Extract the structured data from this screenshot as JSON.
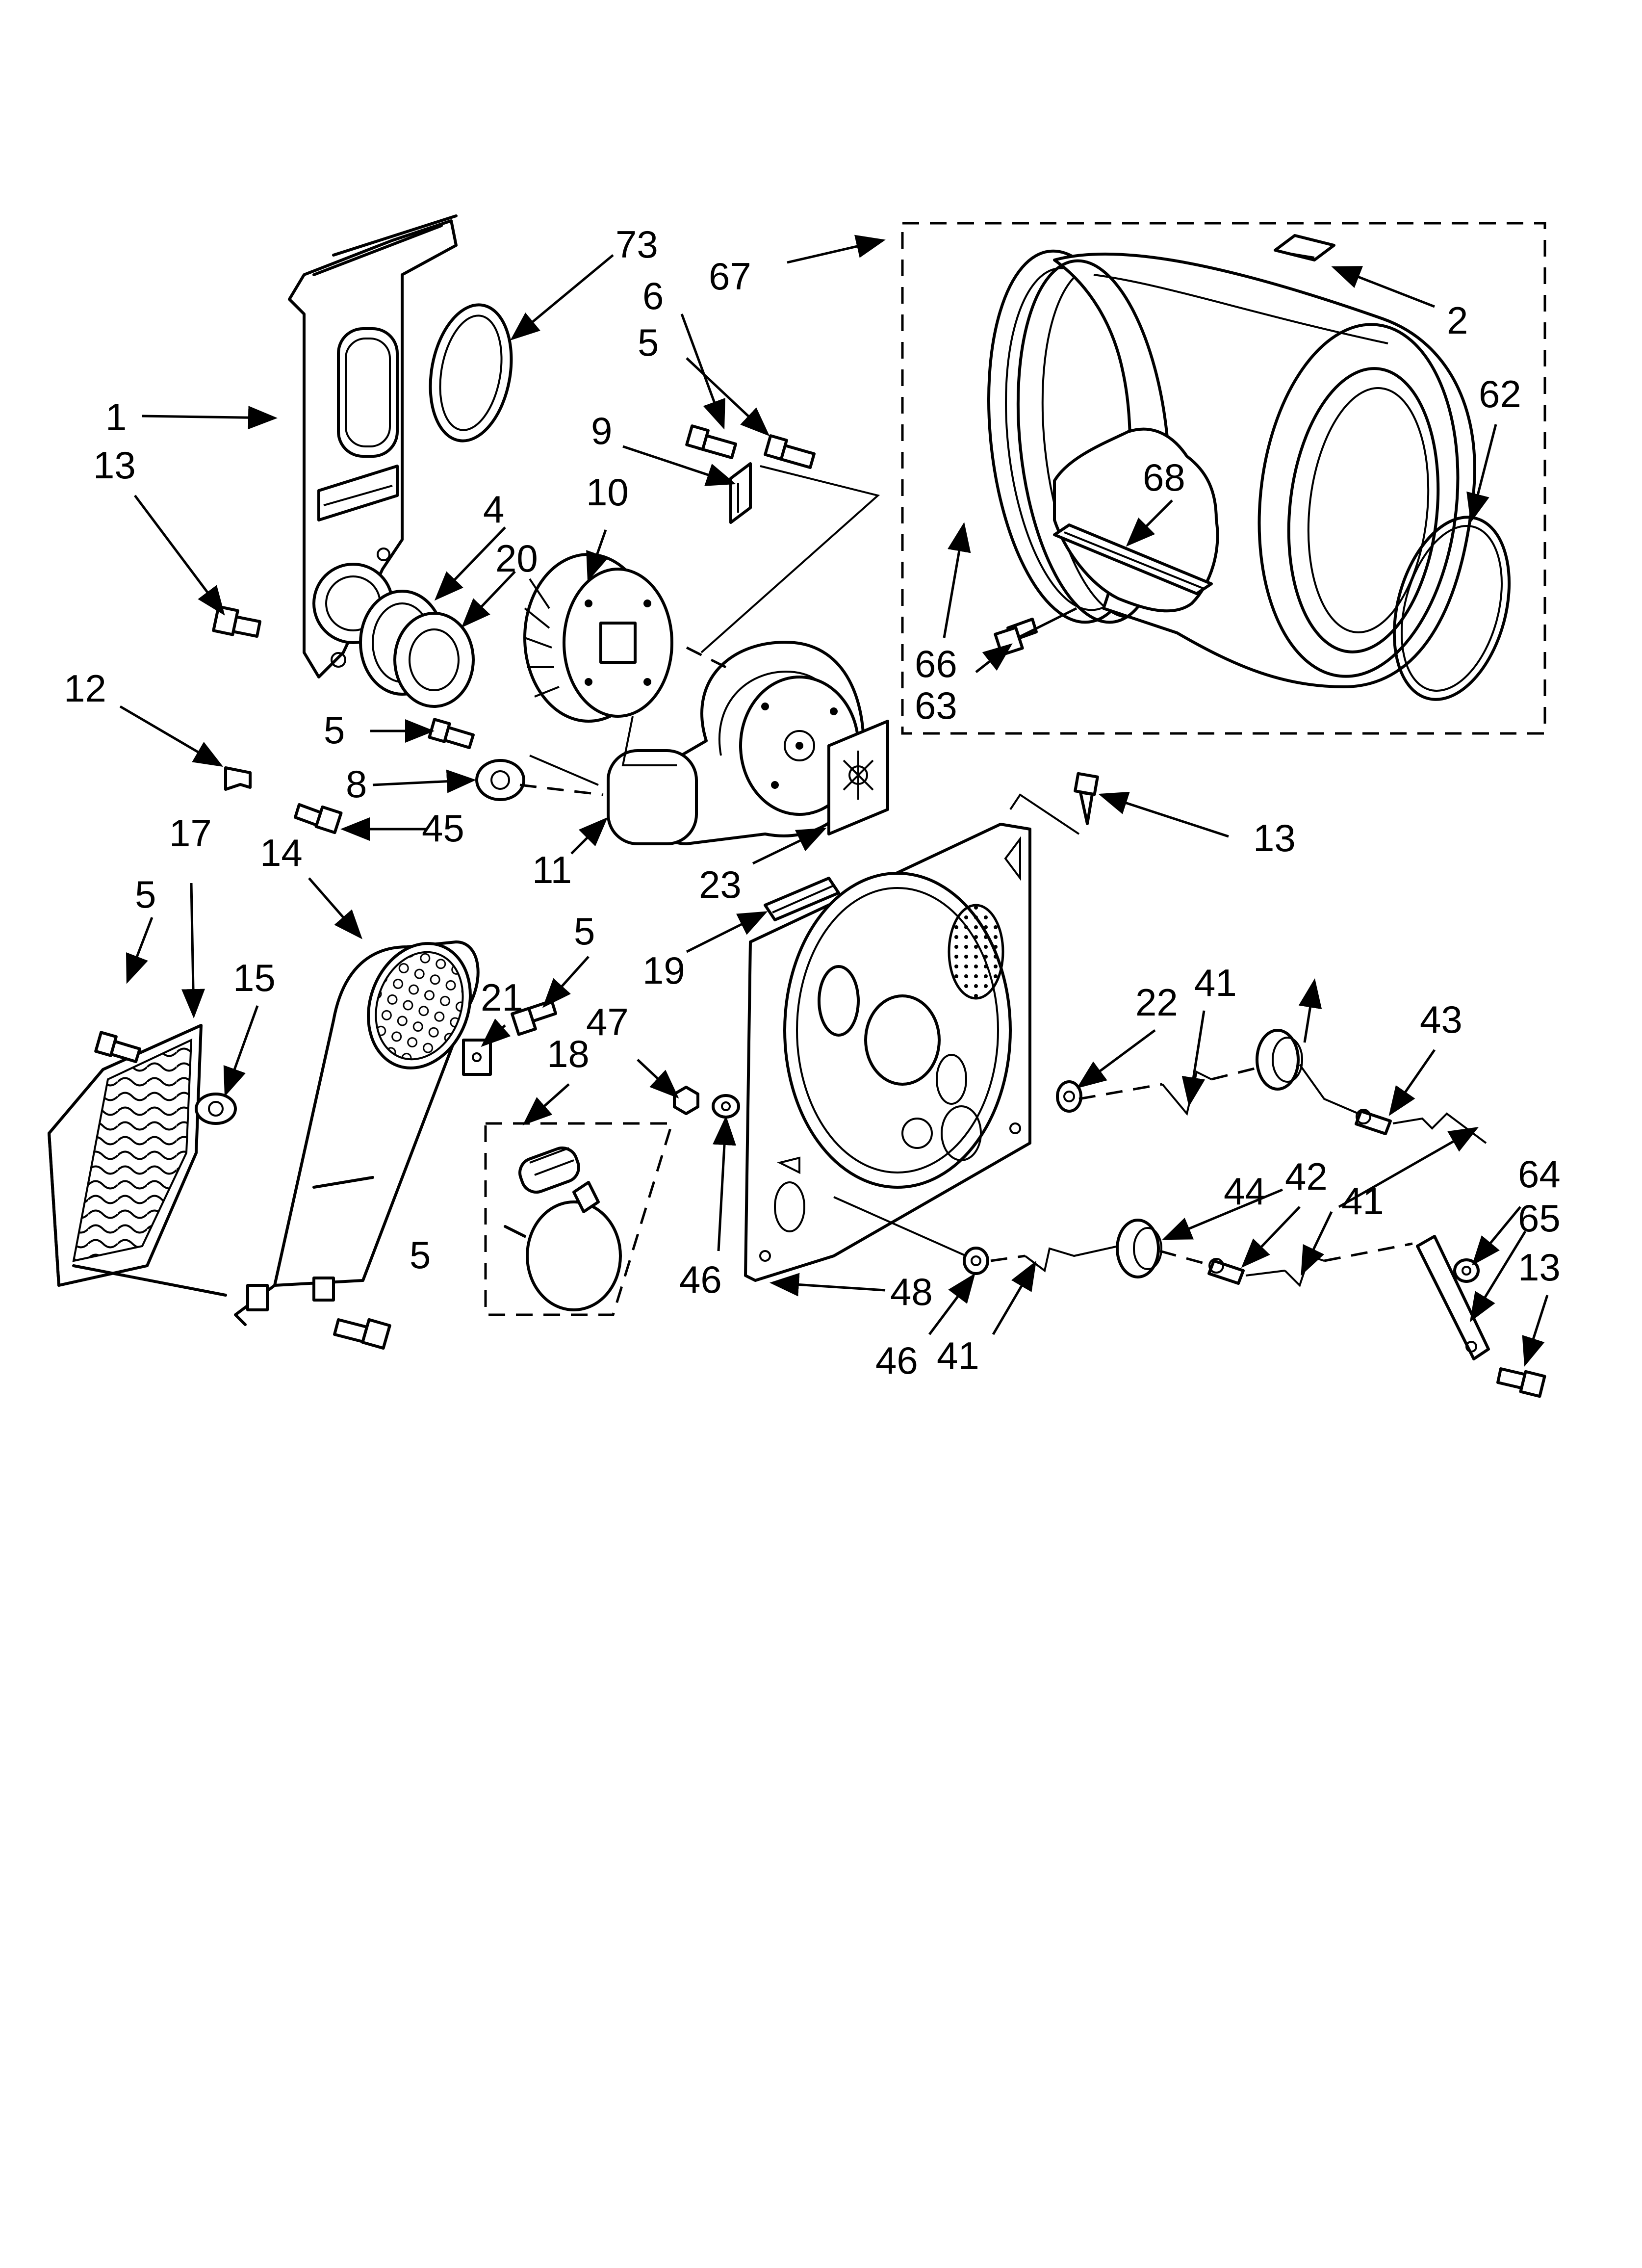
{
  "colors": {
    "ink": "#000000",
    "paper": "#ffffff"
  },
  "callouts": {
    "c1": "1",
    "c2": "2",
    "c4": "4",
    "c5a": "5",
    "c5b": "5",
    "c5c": "5",
    "c5d": "5",
    "c5e": "5",
    "c6": "6",
    "c8": "8",
    "c9": "9",
    "c10": "10",
    "c11": "11",
    "c12": "12",
    "c13a": "13",
    "c13b": "13",
    "c13c": "13",
    "c14": "14",
    "c15": "15",
    "c17": "17",
    "c18": "18",
    "c19": "19",
    "c20": "20",
    "c21": "21",
    "c22": "22",
    "c23": "23",
    "c41a": "41",
    "c41b": "41",
    "c41c": "41",
    "c42": "42",
    "c43": "43",
    "c44": "44",
    "c45": "45",
    "c46a": "46",
    "c46b": "46",
    "c47": "47",
    "c48": "48",
    "c62": "62",
    "c63": "63",
    "c64": "64",
    "c65": "65",
    "c66": "66",
    "c67": "67",
    "c68": "68",
    "c73": "73"
  }
}
